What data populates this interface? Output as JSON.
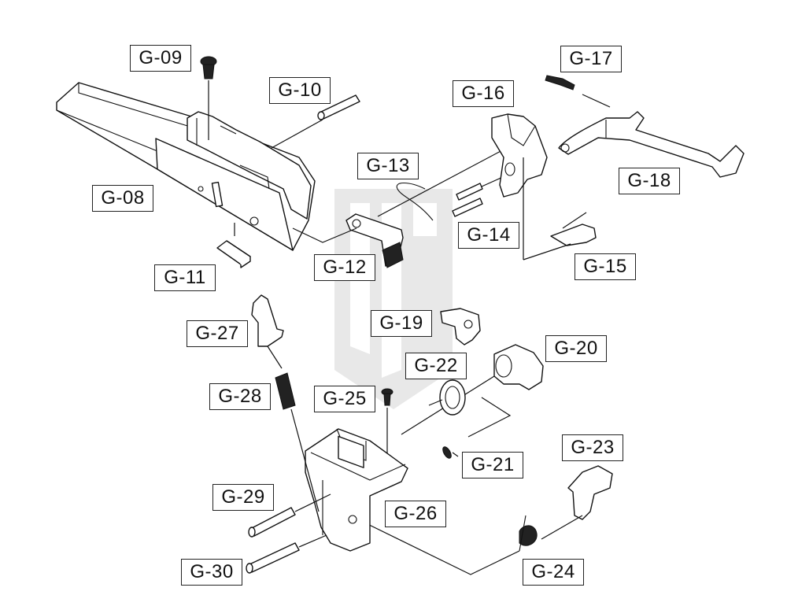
{
  "labels": {
    "g08": "G-08",
    "g09": "G-09",
    "g10": "G-10",
    "g11": "G-11",
    "g12": "G-12",
    "g13": "G-13",
    "g14": "G-14",
    "g15": "G-15",
    "g16": "G-16",
    "g17": "G-17",
    "g18": "G-18",
    "g19": "G-19",
    "g20": "G-20",
    "g21": "G-21",
    "g22": "G-22",
    "g23": "G-23",
    "g24": "G-24",
    "g25": "G-25",
    "g26": "G-26",
    "g27": "G-27",
    "g28": "G-28",
    "g29": "G-29",
    "g30": "G-30"
  },
  "colors": {
    "line": "#111111",
    "watermark": "#e6e6e6",
    "background": "#ffffff"
  }
}
